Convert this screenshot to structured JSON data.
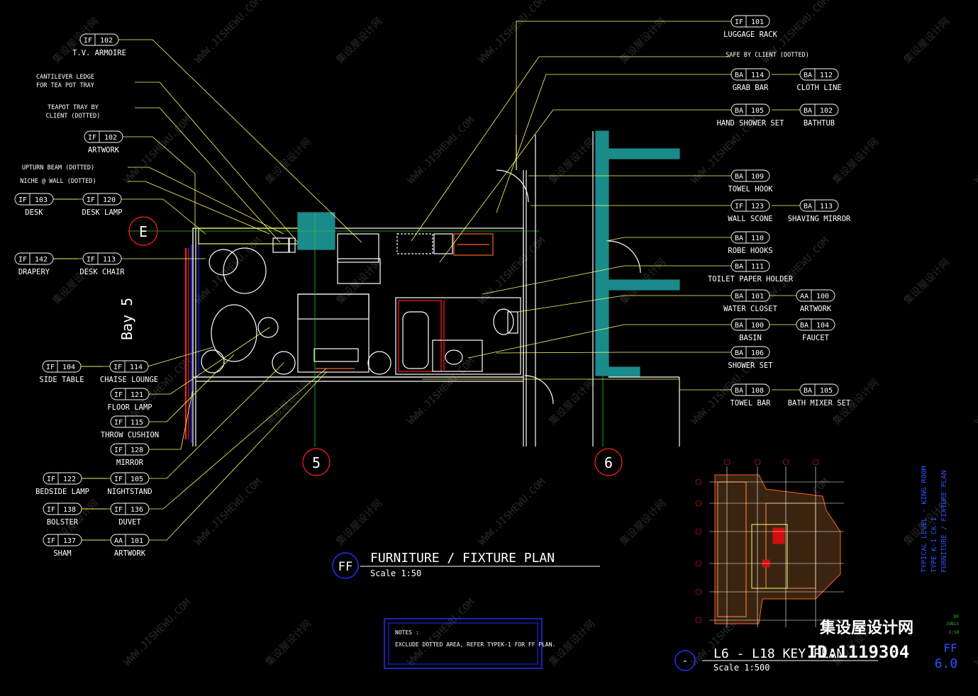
{
  "tags": {
    "luggage_rack": {
      "code": "IF",
      "num": "101",
      "label": "LUGGAGE RACK"
    },
    "safe_note": "SAFE BY CLIENT (DOTTED)",
    "grab_bar": {
      "code": "BA",
      "num": "114",
      "label": "GRAB BAR"
    },
    "cloth_line": {
      "code": "BA",
      "num": "112",
      "label": "CLOTH LINE"
    },
    "hand_shower": {
      "code": "BA",
      "num": "105",
      "label": "HAND SHOWER SET"
    },
    "bathtub": {
      "code": "BA",
      "num": "102",
      "label": "BATHTUB"
    },
    "towel_hook": {
      "code": "BA",
      "num": "109",
      "label": "TOWEL HOOK"
    },
    "wall_scone": {
      "code": "IF",
      "num": "123",
      "label": "WALL SCONE"
    },
    "shaving_mirror": {
      "code": "BA",
      "num": "113",
      "label": "SHAVING MIRROR"
    },
    "robe_hooks": {
      "code": "BA",
      "num": "110",
      "label": "ROBE HOOKS"
    },
    "toilet_paper": {
      "code": "BA",
      "num": "111",
      "label": "TOILET PAPER HOLDER"
    },
    "water_closet": {
      "code": "BA",
      "num": "101",
      "label": "WATER CLOSET"
    },
    "artwork_aa100": {
      "code": "AA",
      "num": "100",
      "label": "ARTWORK"
    },
    "basin": {
      "code": "BA",
      "num": "100",
      "label": "BASIN"
    },
    "faucet": {
      "code": "BA",
      "num": "104",
      "label": "FAUCET"
    },
    "shower_set": {
      "code": "BA",
      "num": "106",
      "label": "SHOWER SET"
    },
    "towel_bar": {
      "code": "BA",
      "num": "108",
      "label": "TOWEL BAR"
    },
    "bath_mixer": {
      "code": "BA",
      "num": "105",
      "label": "BATH MIXER SET"
    },
    "tv_armoire": {
      "code": "IF",
      "num": "102",
      "label": "T.V. ARMOIRE"
    },
    "cantilever_note": [
      "CANTILEVER LEDGE",
      "FOR TEA POT TRAY"
    ],
    "teapot_note": [
      "TEAPOT TRAY BY",
      "CLIENT (DOTTED)"
    ],
    "artwork_if102": {
      "code": "IF",
      "num": "102",
      "label": "ARTWORK"
    },
    "upturn_note": "UPTURN BEAM (DOTTED)",
    "niche_note": "NICHE @ WALL (DOTTED)",
    "desk": {
      "code": "IF",
      "num": "103",
      "label": "DESK"
    },
    "desk_lamp": {
      "code": "IF",
      "num": "120",
      "label": "DESK LAMP"
    },
    "drapery": {
      "code": "IF",
      "num": "142",
      "label": "DRAPERY"
    },
    "desk_chair": {
      "code": "IF",
      "num": "113",
      "label": "DESK CHAIR"
    },
    "side_table": {
      "code": "IF",
      "num": "104",
      "label": "SIDE TABLE"
    },
    "chaise_lounge": {
      "code": "IF",
      "num": "114",
      "label": "CHAISE LOUNGE"
    },
    "floor_lamp": {
      "code": "IF",
      "num": "121",
      "label": "FLOOR LAMP"
    },
    "throw_cushion": {
      "code": "IF",
      "num": "115",
      "label": "THROW CUSHION"
    },
    "mirror": {
      "code": "IF",
      "num": "128",
      "label": "MIRROR"
    },
    "bedside_lamp": {
      "code": "IF",
      "num": "122",
      "label": "BEDSIDE LAMP"
    },
    "nightstand": {
      "code": "IF",
      "num": "105",
      "label": "NIGHTSTAND"
    },
    "bolster": {
      "code": "IF",
      "num": "138",
      "label": "BOLSTER"
    },
    "duvet": {
      "code": "IF",
      "num": "136",
      "label": "DUVET"
    },
    "sham": {
      "code": "IF",
      "num": "137",
      "label": "SHAM"
    },
    "artwork_aa101": {
      "code": "AA",
      "num": "101",
      "label": "ARTWORK"
    }
  },
  "plan": {
    "bay_label": "Bay 5",
    "grid_e": "E",
    "grid_5": "5",
    "grid_6": "6"
  },
  "title_block": {
    "badge": "FF",
    "title": "FURNITURE / FIXTURE PLAN",
    "scale": "Scale 1:50"
  },
  "notes": {
    "heading": "NOTES :",
    "body": "EXCLUDE DOTTED AREA, REFER TYPEK-1 FOR FF PLAN."
  },
  "key_plan": {
    "title": "L6 - L18 KEY PLAN",
    "scale": "Scale 1:500",
    "badge": "-"
  },
  "sheet": {
    "vertical_1": "TYPICAL LEVEL - KING ROOM",
    "vertical_2": "TYPE K-1 CK-1",
    "vertical_3": "FURNITURE / FIXTURE PLAN",
    "rev_1": "DF",
    "rev_2": "JUN13",
    "rev_3": "1:50",
    "sheet_no_1": "FF",
    "sheet_no_2": "6.0"
  },
  "watermark": {
    "brand": "集设屋设计网",
    "id": "ID:1119304",
    "site": "WWW.JISHEWU.COM"
  },
  "colors": {
    "line": "#ffff66",
    "label": "#ffffff",
    "tag_border": "#ffffff",
    "wall": "#1a8a8a",
    "grid_circle": "#ff2020",
    "accent_blue": "#2030ff"
  }
}
